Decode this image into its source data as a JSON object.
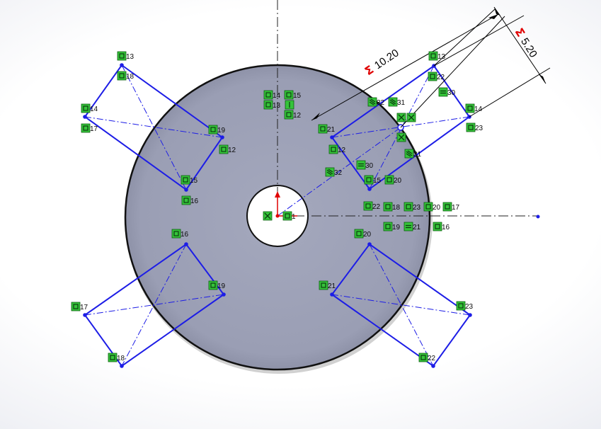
{
  "colors": {
    "sketch": "#1d1de6",
    "relation_fill": "#35c43a",
    "relation_stroke": "#0c5e10",
    "face": "#9ea2b8",
    "face_edge": "#111111",
    "centerline": "#222222",
    "dimension": "#000000",
    "driven_symbol": "#e00000",
    "origin": "#e00000"
  },
  "dimensions": [
    {
      "symbol": "Σ",
      "value": "10.20"
    },
    {
      "symbol": "Σ",
      "value": "5.20"
    }
  ],
  "relation_tags": [
    {
      "type": "coincident",
      "label": "13"
    },
    {
      "type": "coincident",
      "label": "18"
    },
    {
      "type": "coincident",
      "label": "14"
    },
    {
      "type": "coincident",
      "label": "17"
    },
    {
      "type": "coincident",
      "label": "19"
    },
    {
      "type": "coincident",
      "label": "12"
    },
    {
      "type": "coincident",
      "label": "15"
    },
    {
      "type": "coincident",
      "label": "16"
    },
    {
      "type": "coincident",
      "label": "16"
    },
    {
      "type": "coincident",
      "label": "19"
    },
    {
      "type": "coincident",
      "label": "17"
    },
    {
      "type": "coincident",
      "label": "18"
    },
    {
      "type": "coincident",
      "label": "14"
    },
    {
      "type": "coincident",
      "label": "15"
    },
    {
      "type": "coincident",
      "label": "13"
    },
    {
      "type": "vertical",
      "label": ""
    },
    {
      "type": "coincident",
      "label": "12"
    },
    {
      "type": "coincident",
      "label": "13"
    },
    {
      "type": "coincident",
      "label": "22"
    },
    {
      "type": "horizontal",
      "label": "30"
    },
    {
      "type": "equal",
      "label": "32"
    },
    {
      "type": "equal",
      "label": "31"
    },
    {
      "type": "coincident",
      "label": "14"
    },
    {
      "type": "coincident",
      "label": "21"
    },
    {
      "type": "midpoint",
      "label": ""
    },
    {
      "type": "midpoint",
      "label": ""
    },
    {
      "type": "coincident",
      "label": "23"
    },
    {
      "type": "midpoint",
      "label": ""
    },
    {
      "type": "coincident",
      "label": "12"
    },
    {
      "type": "equal",
      "label": "31"
    },
    {
      "type": "horizontal",
      "label": "30"
    },
    {
      "type": "equal",
      "label": "32"
    },
    {
      "type": "coincident",
      "label": "15"
    },
    {
      "type": "coincident",
      "label": "20"
    },
    {
      "type": "coincident",
      "label": "22"
    },
    {
      "type": "coincident",
      "label": "18"
    },
    {
      "type": "coincident",
      "label": "23"
    },
    {
      "type": "coincident",
      "label": "20"
    },
    {
      "type": "coincident",
      "label": "17"
    },
    {
      "type": "coincident",
      "label": "19"
    },
    {
      "type": "horizontal",
      "label": "21"
    },
    {
      "type": "coincident",
      "label": "16"
    },
    {
      "type": "coincident",
      "label": "20"
    },
    {
      "type": "coincident",
      "label": "21"
    },
    {
      "type": "coincident",
      "label": "23"
    },
    {
      "type": "coincident",
      "label": "22"
    },
    {
      "type": "midpoint",
      "label": ""
    },
    {
      "type": "coincident",
      "label": "1"
    }
  ]
}
